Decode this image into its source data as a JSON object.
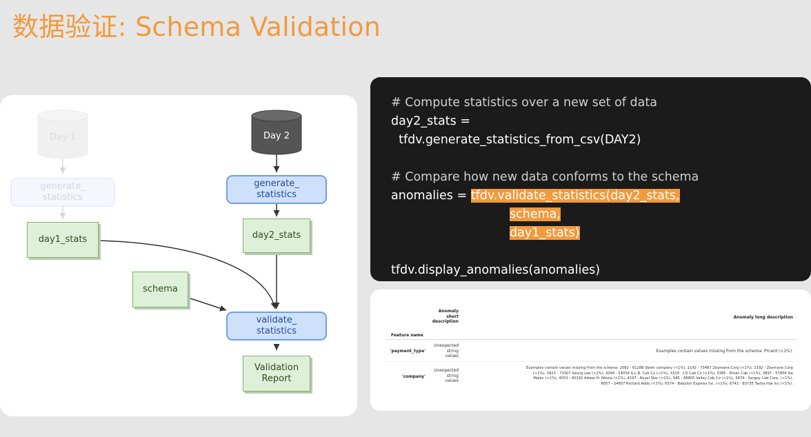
{
  "title": "数据验证: Schema Validation",
  "diagram": {
    "day1_db": "Day 1",
    "day2_db": "Day 2",
    "gen_left": "generate_\nstatistics",
    "gen_right": "generate_\nstatistics",
    "day1_stats": "day1_stats",
    "day2_stats": "day2_stats",
    "schema": "schema",
    "validate": "validate_\nstatistics",
    "report": "Validation\nReport"
  },
  "code": {
    "line1": "# Compute statistics over a new set of data",
    "line2": "day2_stats =",
    "line3": "  tfdv.generate_statistics_from_csv(DAY2)",
    "line4": "# Compare how new data conforms to the schema",
    "line5_prefix": "anomalies = ",
    "line5_hl": "tfdv.validate_statistics(day2_stats,",
    "line6_hl": "schema,",
    "line7_hl": "day1_stats)",
    "line8": "tfdv.display_anomalies(anomalies)"
  },
  "anomaly_table": {
    "col_short": "Anomaly\nshort\ndescription",
    "col_long": "Anomaly long description",
    "index_header": "Feature name",
    "rows": [
      {
        "feature": "'payment_type'",
        "short": "Unexpected\nstring\nvalues",
        "long": "Examples contain values missing from the schema: Prcard (<1%)."
      },
      {
        "feature": "'company'",
        "short": "Unexpected\nstring\nvalues",
        "long": "Examples contain values missing from the schema: 2092 - 61288 Sbeih company (<1%), 2192 - 73487 Zeymane Corp (<1%), 2192 - Zeymane Corp\n(<1%), 2823 - 73307 Seung Lee (<1%), 3094 - 24059 G.L.B. Cab Co (<1%), 3319 - CD Cab Co (<1%), 3385 - Eman Cab (<1%), 3897 - 57856 Ilie\nMalec (<1%), 4053 - 40193 Adwar H. Nikola (<1%), 4197 - Royal Star (<1%), 585 - 88805 Valley Cab Co (<1%), 5874 - Sergey Cab Corp. (<1%),\n6057 - 24657 Richard Addo (<1%), 6574 - Babylon Express Inc. (<1%), 6742 - 83735 Tasha ride inc (<1%)."
      }
    ]
  }
}
